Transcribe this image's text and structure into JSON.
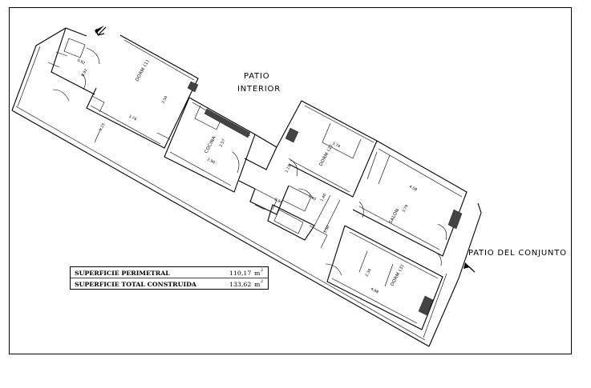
{
  "labels": {
    "patio_interior_line1": "PATIO",
    "patio_interior_line2": "INTERIOR",
    "patio_conjunto": "PATIO DEL CONJUNTO"
  },
  "rooms": {
    "dorm1": "DORM (1)",
    "cocina": "COCINA",
    "dorm2": "DORM (2)",
    "salon": "SALON",
    "dorm3": "DORM (3)"
  },
  "dimensions": {
    "d1": "0.92",
    "d2": "0.92",
    "d3": "3.74",
    "d4": "3.50",
    "d5": "1.15",
    "d6": "2.57",
    "d7": "2.90",
    "d8": "1.15",
    "d9": "0.94",
    "d10": "1.40",
    "d11": "1.40",
    "d12": "3.79",
    "d13": "4.08",
    "d14": "3.79",
    "d15": "2.30",
    "d16": "4.98",
    "d17": "3.50"
  },
  "table": {
    "rows": [
      {
        "label": "SUPERFICIE PERIMETRAL",
        "value": "110,17",
        "unit": "m",
        "sup": "2"
      },
      {
        "label": "SUPERFICIE TOTAL CONSTRUIDA",
        "value": "133,62",
        "unit": "m",
        "sup": "2"
      }
    ]
  },
  "icons": {
    "entry_arrow_top": "down-left-arrow-icon",
    "entry_arrow_right": "up-left-arrow-icon"
  }
}
